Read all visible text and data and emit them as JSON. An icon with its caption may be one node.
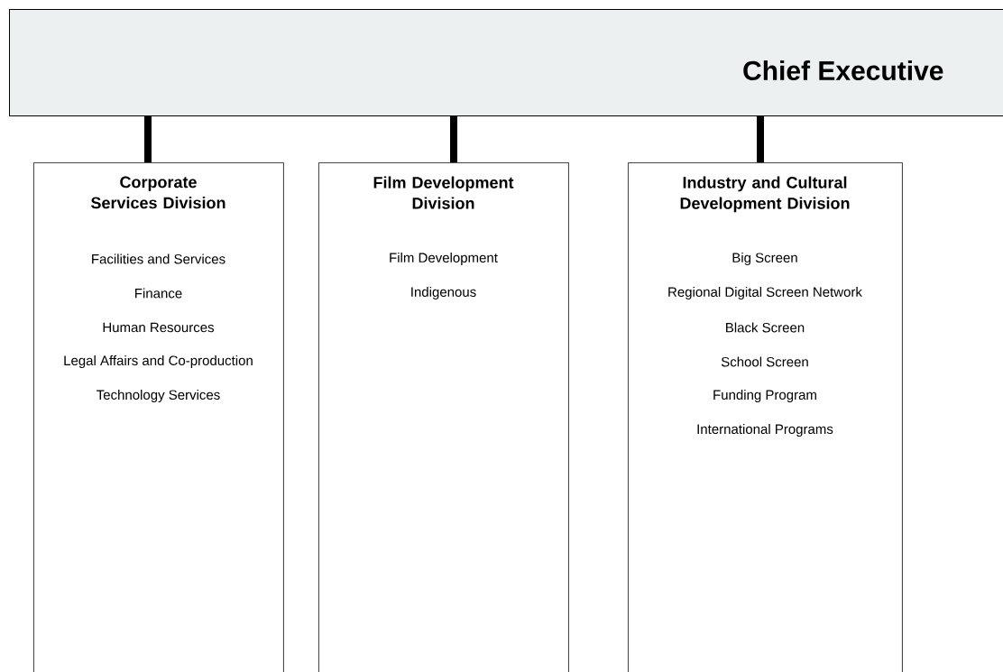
{
  "diagram": {
    "nodes": [
      {
        "text": [
          "Chief Executive"
        ]
      },
      {
        "text": [
          "Corporate Services Division",
          "Facilities and Services",
          "Finance",
          "Human Resources",
          "Legal Affairs and Co-production",
          "Technology Services"
        ]
      },
      {
        "text": [
          "Film Development Division",
          "Film Development",
          "Indigenous"
        ]
      },
      {
        "text": [
          "Industry and Cultural Development Division",
          "Big Screen",
          "Regional Digital Screen Network",
          "Black Screen",
          "School Screen",
          "Funding Program",
          "International Programs"
        ]
      }
    ],
    "edges": [
      {
        "from": 0,
        "to": 1,
        "arrow": "none"
      },
      {
        "from": 0,
        "to": 2,
        "arrow": "none"
      },
      {
        "from": 0,
        "to": 3,
        "arrow": "none"
      }
    ]
  }
}
